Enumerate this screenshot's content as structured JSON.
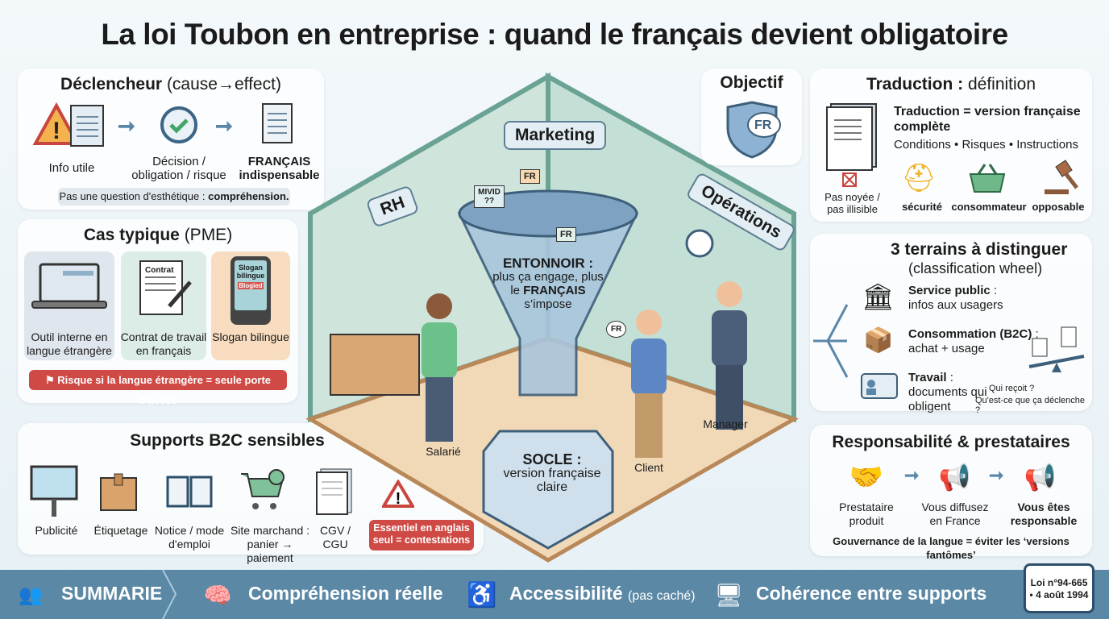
{
  "title": "La loi Toubon en entreprise : quand le français devient obligatoire",
  "declencheur": {
    "title": "Déclencheur",
    "subtitle": "(cause→effect)",
    "steps": [
      "Info utile",
      "Décision / obligation / risque",
      "FRANÇAIS",
      "indispensable"
    ],
    "note_prefix": "Pas une question d'esthétique : ",
    "note_bold": "compréhension."
  },
  "cas": {
    "title": "Cas typique",
    "subtitle": "(PME)",
    "cards": [
      {
        "label": "Outil interne en langue étrangère",
        "color": "#dfe6ee"
      },
      {
        "label": "Contrat de travail en français",
        "color": "#dcece6",
        "doc": "Contrat"
      },
      {
        "label": "Slogan bilingue",
        "color": "#f7dcc0",
        "screen": "Slogan bilingue",
        "badge": "Blogied"
      }
    ],
    "alert": "Risque si la langue étrangère = seule porte d'accès"
  },
  "b2c": {
    "title": "Supports B2C sensibles",
    "items": [
      "Publicité",
      "Étiquetage",
      "Notice / mode d'emploi",
      "Site marchand : panier → paiement",
      "CGV / CGU"
    ],
    "warning": "Essentiel en anglais seul = contestations"
  },
  "center": {
    "tags": [
      "Marketing",
      "RH",
      "Opérations"
    ],
    "funnel_title": "ENTONNOIR :",
    "funnel_text1": "plus ça engage, plus",
    "funnel_text2_pre": "le ",
    "funnel_text2_bold": "FRANÇAIS",
    "funnel_text3": "s’impose",
    "docs": [
      "FR",
      "FR",
      "MIVID ??"
    ],
    "socle_title": "SOCLE :",
    "socle_text": "version française claire",
    "people": [
      "Salarié",
      "Client",
      "Manager"
    ],
    "bubble": "FR"
  },
  "objectif": {
    "title": "Objectif",
    "badge": "FR"
  },
  "traduction": {
    "title": "Traduction :",
    "title_light": "définition",
    "def": "Traduction = version française complète",
    "sub": "Conditions • Risques • Instructions",
    "doc_note": "Pas noyée / pas illisible",
    "icons": [
      "sécurité",
      "consommateur",
      "opposable"
    ]
  },
  "terrains": {
    "title": "3 terrains à distinguer",
    "subtitle": "(classification wheel)",
    "items": [
      {
        "bold": "Service public",
        "text": "infos aux usagers"
      },
      {
        "bold": "Consommation (B2C)",
        "text": "achat + usage"
      },
      {
        "bold": "Travail",
        "text": "documents qui obligent"
      }
    ],
    "q1": "Qui reçoit ?",
    "q2": "Qu'est-ce que ça déclenche ?"
  },
  "resp": {
    "title": "Responsabilité & prestataires",
    "steps": [
      "Prestataire produit",
      "Vous diffusez en France",
      "Vous êtes responsable"
    ],
    "note": "Gouvernance de la langue = éviter les ‘versions fantômes’"
  },
  "footer": {
    "summary": "SUMMARIE",
    "items": [
      {
        "label": "Compréhension réelle"
      },
      {
        "label": "Accessibilité",
        "light": "(pas caché)"
      },
      {
        "label": "Cohérence entre supports"
      }
    ],
    "law1": "Loi n°94-665",
    "law2": "• 4 août 1994"
  },
  "colors": {
    "accent": "#5b88a5",
    "red": "#cf4a45",
    "wall": "#cfe5dc",
    "floor": "#f1d9b8"
  }
}
